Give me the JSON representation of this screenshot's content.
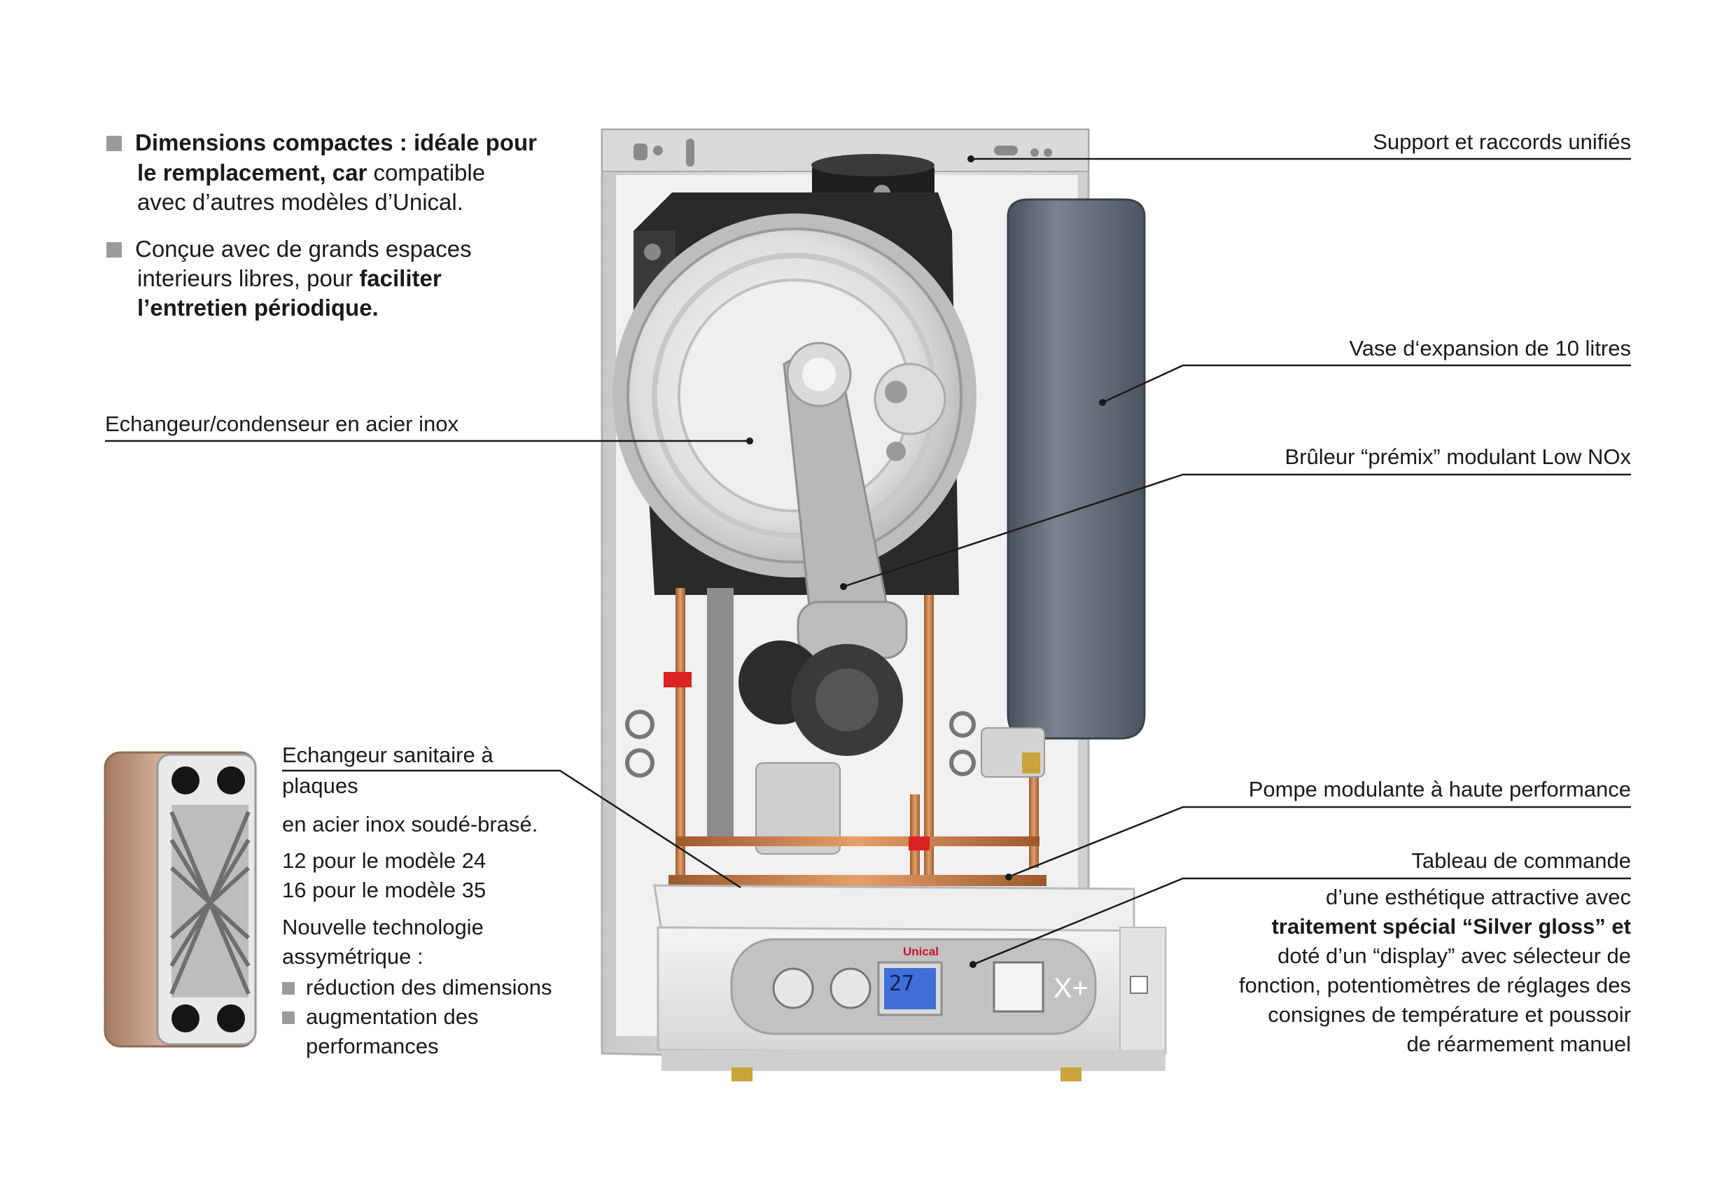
{
  "intro": {
    "bullet1": {
      "l1": "Dimensions compactes : idéale pour",
      "l2_bold": "le remplacement, car",
      "l2_rest": " compatible",
      "l3": "avec d’autres modèles d’Unical."
    },
    "bullet2": {
      "l1": "Conçue avec de grands espaces",
      "l2_rest": "interieurs libres, pour ",
      "l2_bold": "faciliter",
      "l3": "l’entretien périodique."
    }
  },
  "labels": {
    "support": "Support et raccords unifiés",
    "vase": "Vase d‘expansion de 10 litres",
    "echangeur": "Echangeur/condenseur en acier inox",
    "bruleur": "Brûleur “prémix” modulant Low NOx",
    "pompe": "Pompe modulante à haute performance",
    "tableau": "Tableau de commande"
  },
  "sanitaire": {
    "title1": "Echangeur sanitaire à",
    "title2": "plaques",
    "line1": "en acier inox soudé-brasé.",
    "line2": "12 pour le modèle 24",
    "line3": "16 pour le modèle 35",
    "line4": "Nouvelle technologie",
    "line5": "assymétrique :",
    "item1": "réduction des dimensions",
    "item2a": "augmentation des",
    "item2b": "performances"
  },
  "tableau_desc": {
    "l1": "d’une esthétique attractive avec",
    "l2": "traitement spécial “Silver gloss” et",
    "l3": "doté d’un “display” avec sélecteur de",
    "l4": "fonction, potentiomètres de réglages des",
    "l5": "consignes de température et poussoir",
    "l6": "de réarmement manuel"
  },
  "panel": {
    "brand": "Unical",
    "display": "27",
    "badge": "X+"
  },
  "colors": {
    "text": "#1a1a1a",
    "bullet": "#9a9a9a",
    "brand_red": "#c8102e",
    "display_blue": "#3f6fd6",
    "copper": "#c47a45",
    "vessel": "#5d6571"
  }
}
